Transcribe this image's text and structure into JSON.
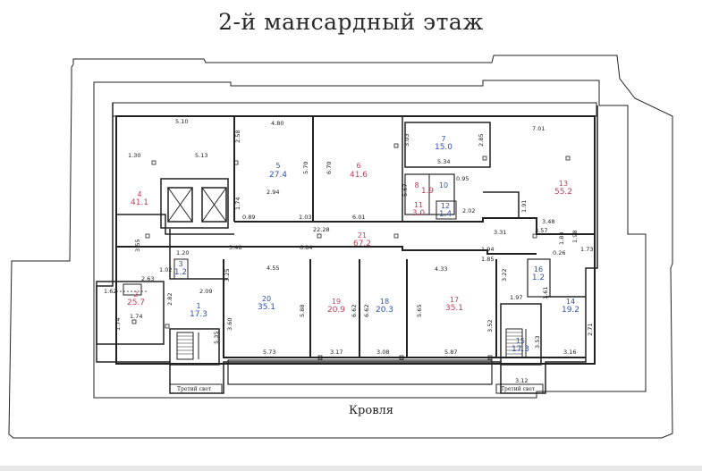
{
  "title": "2-й мансардный  этаж",
  "roof_label": "Кровля",
  "stair_label": "Третий свет",
  "colors": {
    "red": "#c0405a",
    "blue": "#2f55b0",
    "line": "#222222"
  },
  "rooms": [
    {
      "num": "1",
      "area": "17.3",
      "color": "blue"
    },
    {
      "num": "2",
      "area": "25.7",
      "color": "red"
    },
    {
      "num": "3",
      "area": "1.2",
      "color": "blue"
    },
    {
      "num": "4",
      "area": "41.1",
      "color": "red"
    },
    {
      "num": "5",
      "area": "27.4",
      "color": "blue"
    },
    {
      "num": "6",
      "area": "41.6",
      "color": "red"
    },
    {
      "num": "7",
      "area": "15.0",
      "color": "blue"
    },
    {
      "num": "8",
      "area": "1.9",
      "color": "red"
    },
    {
      "num": "10",
      "area": "",
      "color": "blue"
    },
    {
      "num": "11",
      "area": "3.0",
      "color": "red"
    },
    {
      "num": "12",
      "area": "1.4",
      "color": "blue"
    },
    {
      "num": "13",
      "area": "55.2",
      "color": "red"
    },
    {
      "num": "14",
      "area": "19.2",
      "color": "blue"
    },
    {
      "num": "15",
      "area": "17.3",
      "color": "blue"
    },
    {
      "num": "16",
      "area": "1.2",
      "color": "blue"
    },
    {
      "num": "17",
      "area": "35.1",
      "color": "red"
    },
    {
      "num": "18",
      "area": "20.3",
      "color": "blue"
    },
    {
      "num": "19",
      "area": "20.9",
      "color": "red"
    },
    {
      "num": "20",
      "area": "35.1",
      "color": "blue"
    },
    {
      "num": "21",
      "area": "67.2",
      "color": "red"
    }
  ],
  "dimensions": {
    "d_510": "5.10",
    "d_480": "4.80",
    "d_701": "7.01",
    "d_130": "1.30",
    "d_513": "5.13",
    "d_258": "2.58",
    "d_670": "6.70",
    "d_570": "5.70",
    "d_303": "3.03",
    "d_285": "2.85",
    "d_534": "5.34",
    "d_095": "0.95",
    "d_567": "5.67",
    "d_294": "2.94",
    "d_174a": "1.74",
    "d_089": "0.89",
    "d_103": "1.03",
    "d_601": "6.01",
    "d_2228": "22.28",
    "d_202": "2.02",
    "d_191": "1.91",
    "d_348": "3.48",
    "d_357": "3.57",
    "d_331": "3.31",
    "d_355": "3.55",
    "d_120": "1.20",
    "d_348b": "3.48",
    "d_684": "6.84",
    "d_194": "1.94",
    "d_188": "1.88",
    "d_198": "1.98",
    "d_173": "1.73",
    "d_026": "0.26",
    "d_102": "1.02",
    "d_455": "4.55",
    "d_433": "4.33",
    "d_185": "1.85",
    "d_162": "1.62",
    "d_263": "2.63",
    "d_209": "2.09",
    "d_325": "3.25",
    "d_322": "3.22",
    "d_197": "1.97",
    "d_161": "1.61",
    "d_282": "2.82",
    "d_174b": "1.74",
    "d_174c": "1.74",
    "d_360": "3.60",
    "d_588": "5.88",
    "d_662a": "6.62",
    "d_662b": "6.62",
    "d_565": "5.65",
    "d_352": "3.52",
    "d_271": "2.71",
    "d_535": "5.35",
    "d_573": "5.73",
    "d_317": "3.17",
    "d_308": "3.08",
    "d_587": "5.87",
    "d_316": "3.16",
    "d_312": "3.12",
    "d_353": "3.53"
  }
}
